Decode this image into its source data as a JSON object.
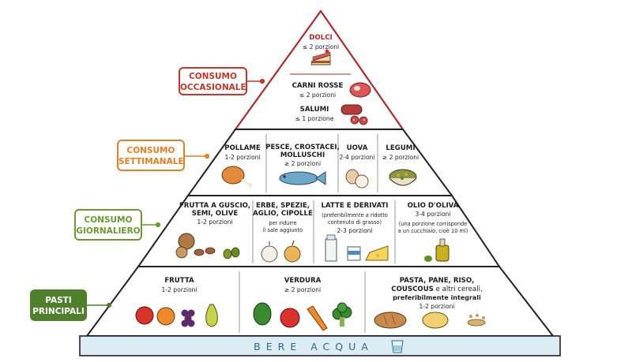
{
  "labels": {
    "occasionale": [
      "Consumo",
      "occasionale"
    ],
    "settimanale": [
      "Consumo",
      "settimanale"
    ],
    "giornaliero": [
      "Consumo",
      "giornaliero"
    ],
    "principali": [
      "Pasti",
      "principali"
    ]
  },
  "tiers": {
    "occasionale": {
      "dolci": {
        "name": "Dolci",
        "qty": "≤ 2 porzioni"
      },
      "carni_rosse": {
        "name": "Carni rosse",
        "qty": "≤ 2 porzioni"
      },
      "salumi": {
        "name": "Salumi",
        "qty": "≤ 1 porzione"
      }
    },
    "settimanale": {
      "pollame": {
        "name": "Pollame",
        "qty": "1-2 porzioni"
      },
      "pesce": {
        "name1": "Pesce, crostacei,",
        "name2": "molluschi",
        "qty": "≥ 2 porzioni"
      },
      "uova": {
        "name": "Uova",
        "qty": "2-4 porzioni"
      },
      "legumi": {
        "name": "Legumi",
        "qty": "≥ 2 porzioni"
      }
    },
    "giornaliero": {
      "frutta_guscio": {
        "name1": "Frutta a guscio,",
        "name2": "semi, olive",
        "qty": "1-2 porzioni"
      },
      "erbe": {
        "name1": "Erbe, spezie,",
        "name2": "aglio, cipolle",
        "note1": "per ridurre",
        "note2": "il sale aggiunto"
      },
      "latte": {
        "name": "Latte e derivati",
        "note1": "(preferibilmente a ridotto",
        "note2": "contenuto di grasso)",
        "qty": "2-3 porzioni"
      },
      "olio": {
        "name": "Olio d'oliva",
        "qty": "3-4 porzioni",
        "note1": "(una porzione corrisponde",
        "note2": "a un cucchiaio, cioè 10 ml)"
      }
    },
    "principali": {
      "frutta": {
        "name": "Frutta",
        "qty": "1-2 porzioni"
      },
      "verdura": {
        "name": "Verdura",
        "qty": "≥ 2 porzioni"
      },
      "pasta": {
        "name1": "Pasta, pane, riso,",
        "name2": "couscous",
        "name2b": " e altri cereali,",
        "name3": "preferibilmente integrali",
        "qty": "1-2 porzioni"
      }
    }
  },
  "base": {
    "label": "BERE ACQUA"
  },
  "colors": {
    "occasionale": "#c0392b",
    "settimanale": "#e67e22",
    "giornaliero": "#6a9a2f",
    "principali": "#4e7f2b",
    "water": "#dcecf4"
  }
}
